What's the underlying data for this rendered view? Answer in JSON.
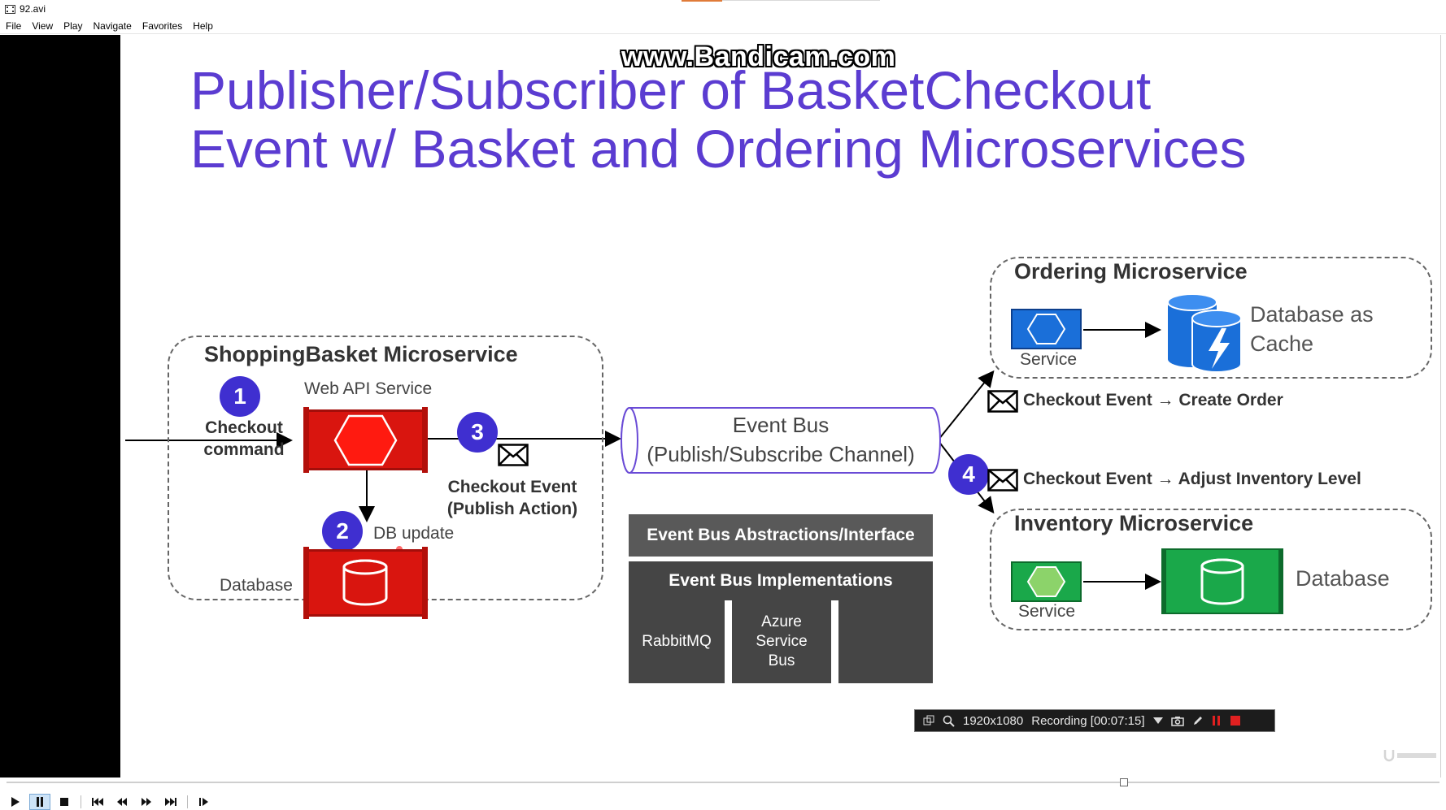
{
  "window": {
    "title": "92.avi"
  },
  "menu": {
    "items": [
      "File",
      "View",
      "Play",
      "Navigate",
      "Favorites",
      "Help"
    ]
  },
  "watermark": "www.Bandicam.com",
  "slide": {
    "title_line1": "Publisher/Subscriber of BasketCheckout",
    "title_line2": "Event w/ Basket and Ordering Microservices",
    "title_color": "#5b3cd1",
    "basket": {
      "title": "ShoppingBasket Microservice",
      "web_api_label": "Web API Service",
      "checkout_line1": "Checkout",
      "checkout_line2": "command",
      "db_update": "DB update",
      "database_label": "Database",
      "event_line1": "Checkout Event",
      "event_line2": "(Publish Action)",
      "badges": [
        "1",
        "2",
        "3"
      ]
    },
    "event_bus": {
      "title_line1": "Event Bus",
      "title_line2": "(Publish/Subscribe Channel)",
      "abstractions": "Event Bus Abstractions/Interface",
      "implementations": "Event Bus Implementations",
      "impl_items": [
        "RabbitMQ",
        "Azure\nService\nBus",
        ""
      ],
      "badge": "4"
    },
    "ordering": {
      "title": "Ordering Microservice",
      "service_label": "Service",
      "db_line1": "Database as",
      "db_line2": "Cache",
      "event_text": "Checkout Event → Create Order"
    },
    "inventory": {
      "title": "Inventory Microservice",
      "service_label": "Service",
      "db_label": "Database",
      "event_text": "Checkout Event → Adjust Inventory Level"
    }
  },
  "recording": {
    "resolution": "1920x1080",
    "status": "Recording [00:07:15]"
  },
  "colors": {
    "red": "#d9150f",
    "blue": "#1a6fd9",
    "green": "#1aa84a",
    "badge": "#3f2fd0"
  },
  "player": {
    "progress": 0.78
  }
}
